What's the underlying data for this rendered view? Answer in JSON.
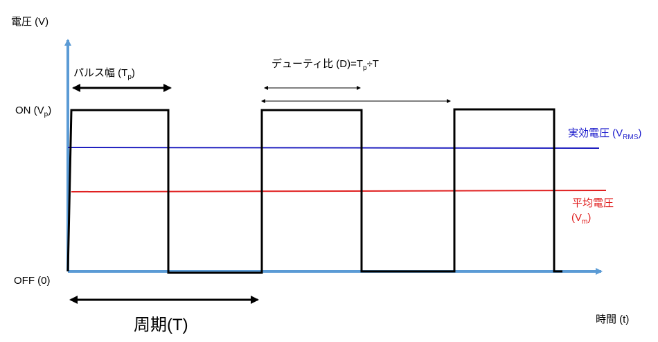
{
  "labels": {
    "y_axis": "電圧 (V)",
    "x_axis": "時間 (t)",
    "on": "ON (V",
    "on_sub": "p",
    "on_close": ")",
    "off": "OFF (0)",
    "pulse_width": "パルス幅 (T",
    "pulse_width_sub": "p",
    "pulse_width_close": ")",
    "duty": "デューティ比 (D)=T",
    "duty_sub": "p",
    "duty_tail": "÷T",
    "rms": "実効電圧 (V",
    "rms_sub": "RMS",
    "rms_close": ")",
    "mean": "平均電圧",
    "mean_open": "(V",
    "mean_sub": "m",
    "mean_close": ")",
    "period": "周期(T)"
  },
  "colors": {
    "axis": "#5b9bd5",
    "signal": "#000000",
    "rms_line": "#1f1fbf",
    "mean_line": "#e02020",
    "rms_text": "#1a1acc",
    "mean_text": "#e02020"
  },
  "signal": {
    "levels": [
      "OFF",
      "ON"
    ],
    "pulses": 3,
    "rms_relative_to_on": 0.78,
    "mean_relative_to_on": 0.5
  }
}
